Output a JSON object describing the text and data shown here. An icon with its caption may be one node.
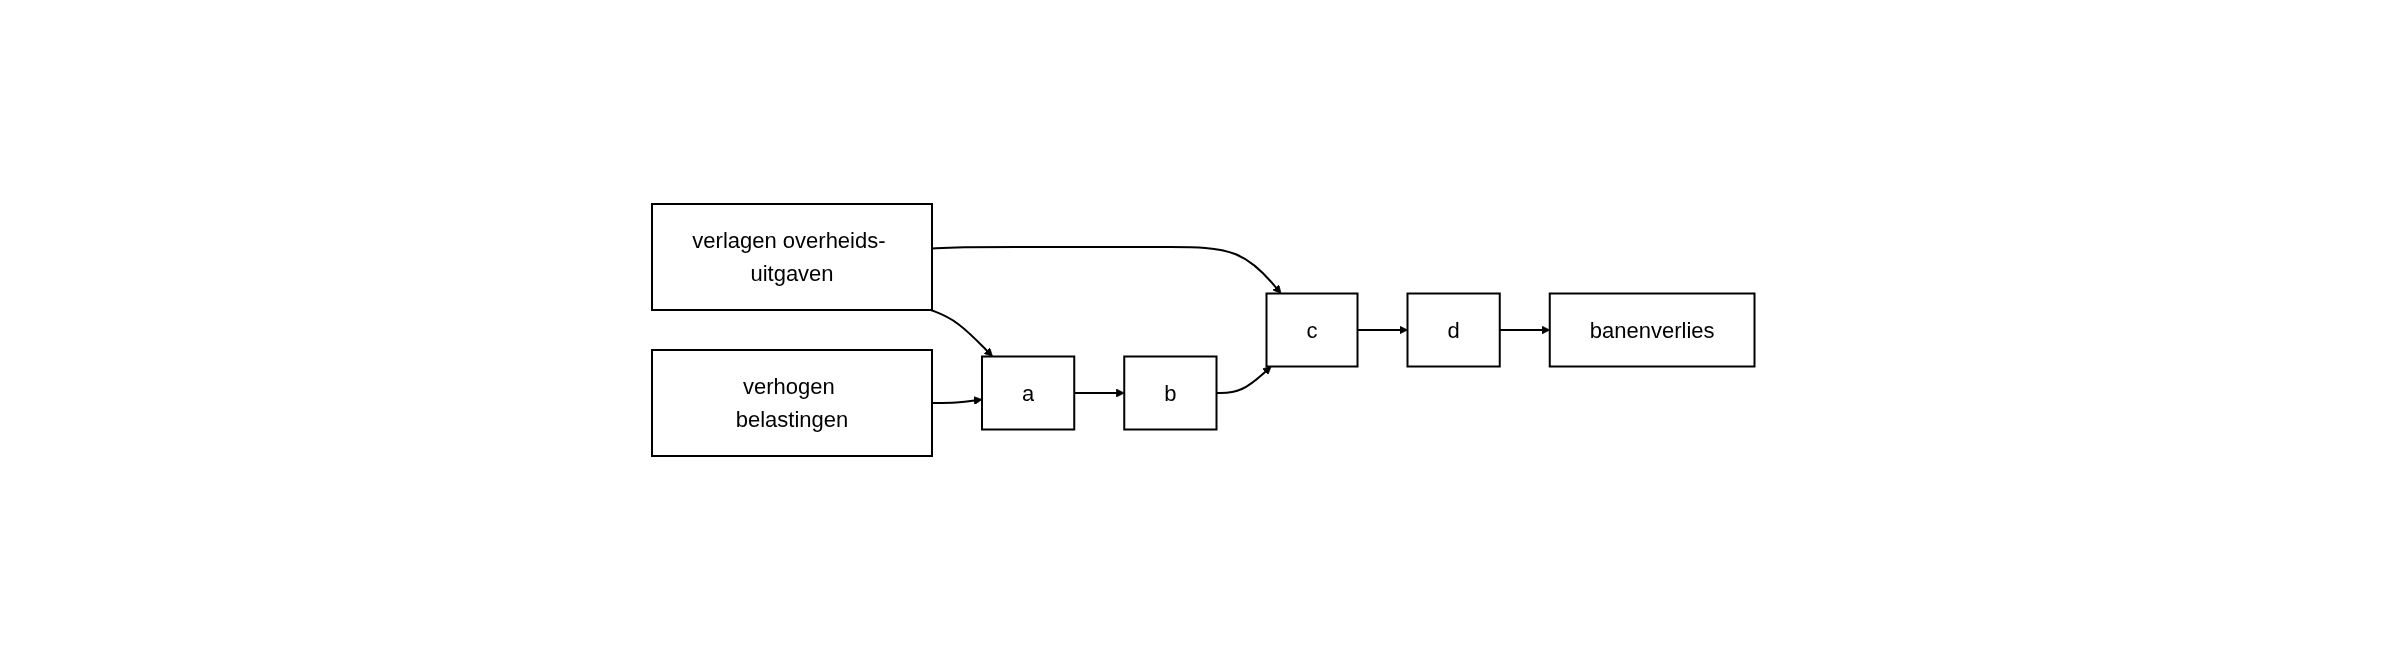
{
  "diagram": {
    "nodes": [
      {
        "text": [
          "verlagen overheids- uitgaven"
        ]
      },
      {
        "text": [
          "verhogen belastingen"
        ]
      },
      {
        "text": [
          "a"
        ]
      },
      {
        "text": [
          "b"
        ]
      },
      {
        "text": [
          "c"
        ]
      },
      {
        "text": [
          "d"
        ]
      },
      {
        "text": [
          "banenverlies"
        ]
      }
    ],
    "edges": [
      {
        "from": 0,
        "to": 2,
        "arrow": "to"
      },
      {
        "from": 1,
        "to": 2,
        "arrow": "to"
      },
      {
        "from": 0,
        "to": 4,
        "arrow": "to"
      },
      {
        "from": 2,
        "to": 3,
        "arrow": "to"
      },
      {
        "from": 3,
        "to": 4,
        "arrow": "to"
      },
      {
        "from": 4,
        "to": 5,
        "arrow": "to"
      },
      {
        "from": 5,
        "to": 6,
        "arrow": "to"
      }
    ]
  }
}
